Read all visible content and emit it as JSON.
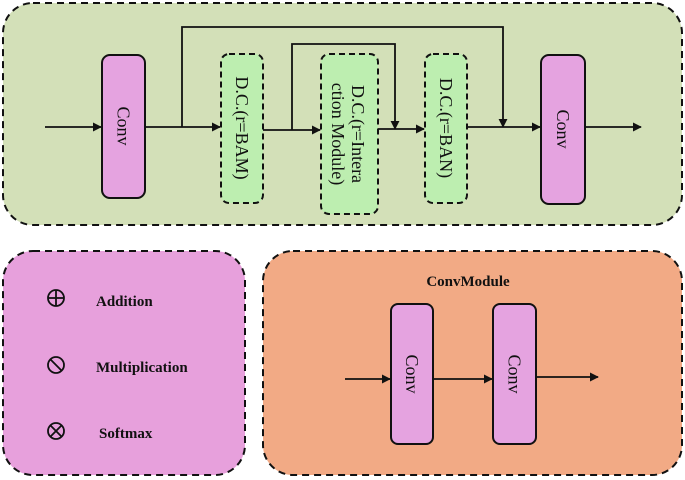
{
  "top_panel": {
    "blocks": {
      "conv1": "Conv",
      "dc1": "D.C.(r=BAM)",
      "dc2_line1": "D.C.(r=Intera",
      "dc2_line2": "ction Module)",
      "dc3": "D.C.(r=BAN)",
      "conv2": "Conv"
    }
  },
  "legend": {
    "items": [
      {
        "symbol": "oplus",
        "label": "Addition"
      },
      {
        "symbol": "oslash",
        "label": "Multiplication"
      },
      {
        "symbol": "otimes",
        "label": "Softmax"
      }
    ]
  },
  "conv_module": {
    "title": "ConvModule",
    "blocks": [
      "Conv",
      "Conv"
    ]
  },
  "colors": {
    "top_panel_fill": "#d3e0b8",
    "legend_fill": "#e7a0dc",
    "module_fill": "#f2aa85",
    "conv_fill": "#e5a3e0",
    "dc_fill": "#bdeeb0",
    "stroke": "#111111"
  }
}
